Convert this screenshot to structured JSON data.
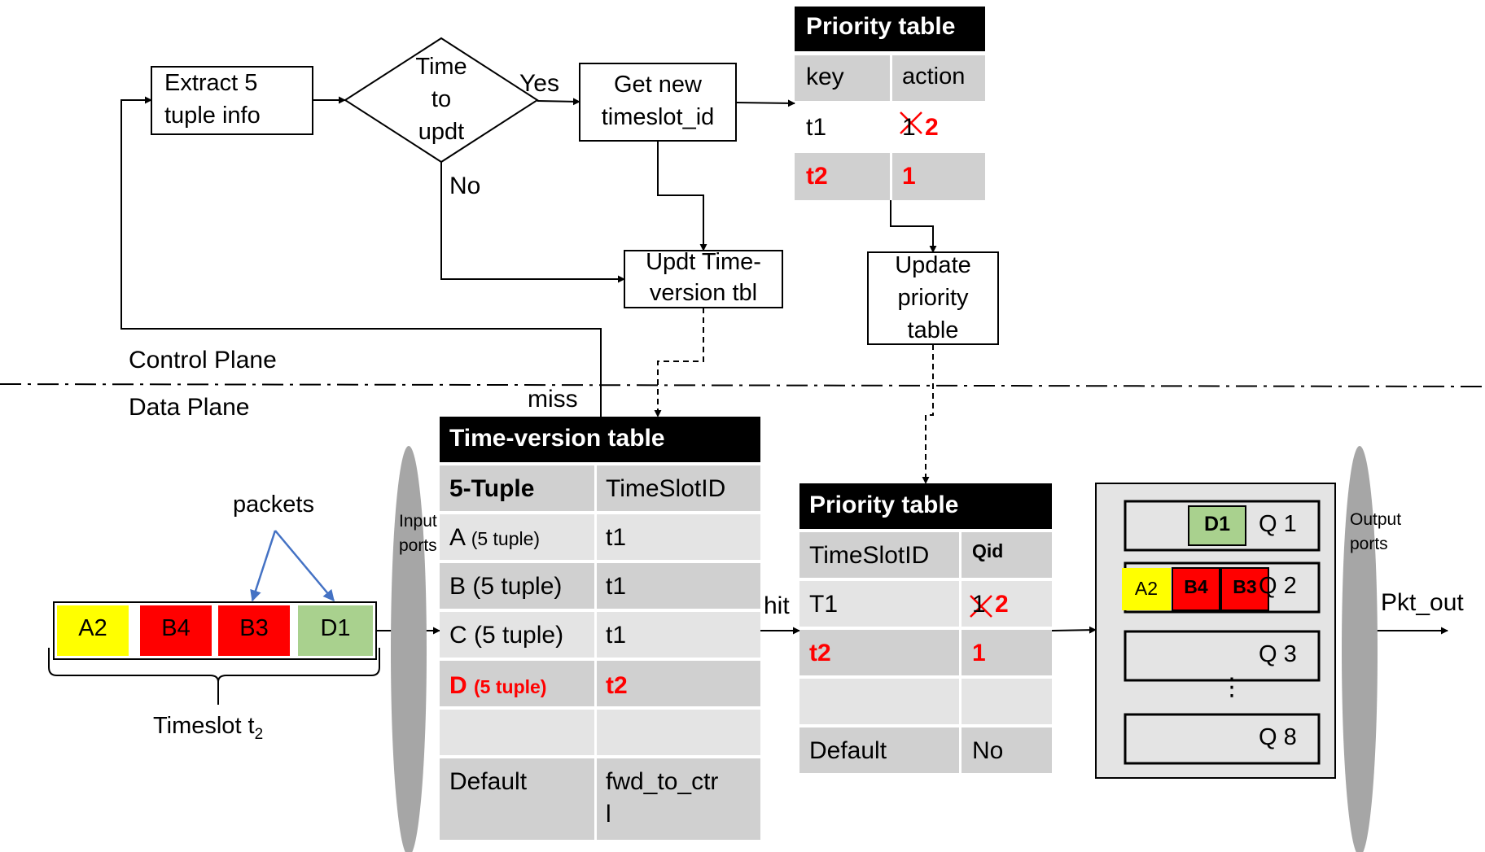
{
  "control_plane_label": "Control Plane",
  "data_plane_label": "Data Plane",
  "flow": {
    "extract": [
      "Extract 5",
      "tuple info"
    ],
    "decision": [
      "Time",
      "to",
      "updt"
    ],
    "yes": "Yes",
    "no": "No",
    "get_timeslot": [
      "Get new",
      "timeslot_id"
    ],
    "updt_tv": [
      "Updt Time-",
      "version tbl"
    ],
    "update_priority": [
      "Update",
      "priority",
      "table"
    ],
    "miss": "miss",
    "hit": "hit",
    "pkt_out": "Pkt_out"
  },
  "priority_table_ctrl": {
    "title": "Priority table",
    "headers": [
      "key",
      "action"
    ],
    "rows": [
      {
        "key": "t1",
        "old": "1",
        "new": "2"
      },
      {
        "key": "t2",
        "value": "1"
      }
    ]
  },
  "time_version_table": {
    "title": "Time-version table",
    "headers": [
      "5-Tuple",
      "TimeSlotID"
    ],
    "rows": [
      {
        "flow": "A",
        "suffix": "(5 tuple)",
        "slot": "t1"
      },
      {
        "flow": "B (5 tuple)",
        "slot": "t1"
      },
      {
        "flow": "C (5 tuple)",
        "slot": "t1"
      },
      {
        "flow": "D",
        "suffix": "(5 tuple)",
        "slot": "t2"
      },
      {
        "flow": "",
        "slot": ""
      },
      {
        "flow": "Default",
        "slot": [
          "fwd_to_ctr",
          "l"
        ]
      }
    ]
  },
  "priority_table_data": {
    "title": "Priority table",
    "headers": [
      "TimeSlotID",
      "Qid"
    ],
    "rows": [
      {
        "key": "T1",
        "old": "1",
        "new": "2"
      },
      {
        "key": "t2",
        "value": "1"
      },
      {
        "key": "",
        "value": ""
      },
      {
        "key": "Default",
        "value": "No"
      }
    ]
  },
  "packets": {
    "label": "packets",
    "items": [
      "A2",
      "B4",
      "B3",
      "D1"
    ],
    "timeslot_label": "Timeslot t",
    "timeslot_sub": "2"
  },
  "input_ports": "Input ports",
  "output_ports": "Output ports",
  "queues": {
    "items": [
      {
        "name": "Q 1",
        "packets": [
          "D1"
        ]
      },
      {
        "name": "Q 2",
        "packets": [
          "A2",
          "B4",
          "B3"
        ]
      },
      {
        "name": "Q 3",
        "packets": []
      },
      {
        "name": "Q 8",
        "packets": []
      }
    ],
    "ellipsis": "⋮"
  },
  "colors": {
    "yellow": "#ffff00",
    "red": "#ff0000",
    "green": "#a9d18e",
    "gray_dark": "#d0d0d0",
    "gray_light": "#e4e4e4",
    "port_gray": "#a6a6a6",
    "arrow_blue": "#4472c4"
  }
}
